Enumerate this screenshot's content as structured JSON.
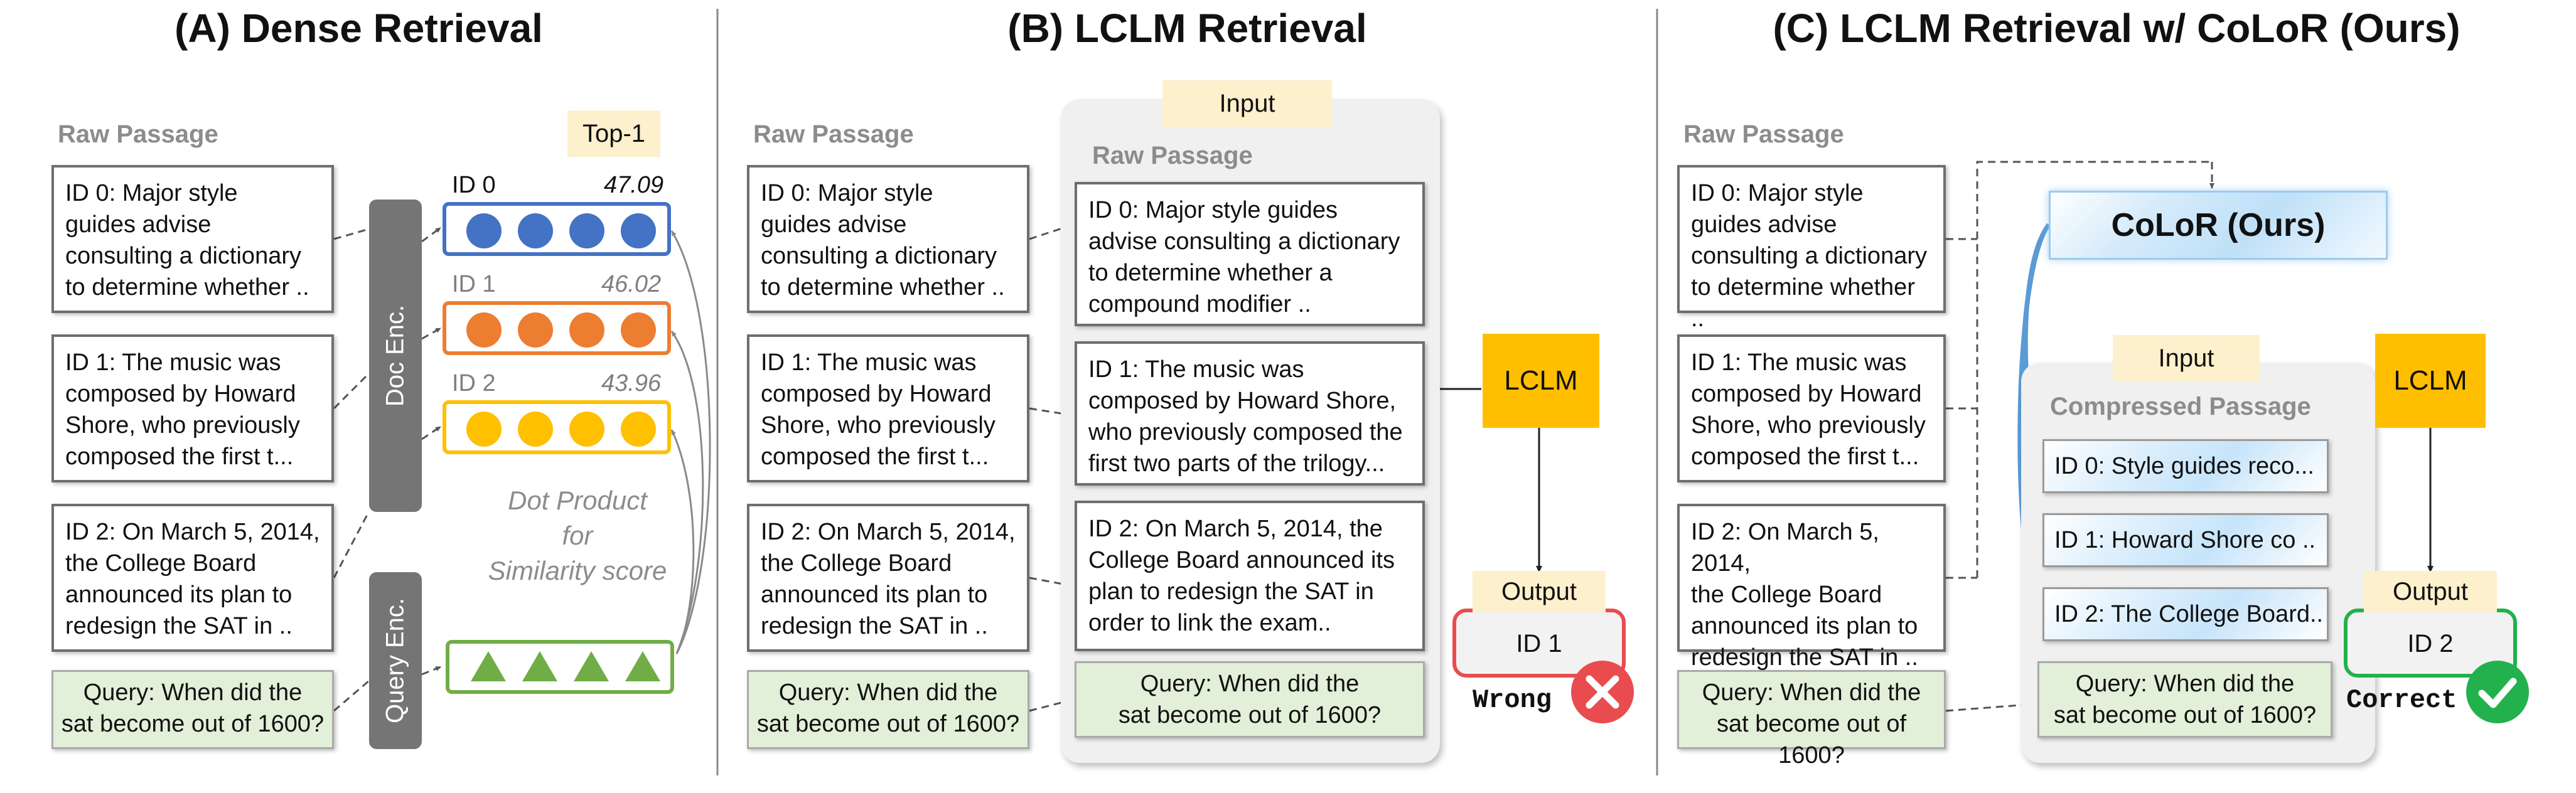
{
  "panels": {
    "a": {
      "title": "(A) Dense Retrieval",
      "raw_label": "Raw Passage",
      "top1": "Top-1",
      "passages": [
        "ID 0:  Major style\nguides advise\nconsulting a dictionary\nto determine whether ..",
        "ID 1: The music was\ncomposed by Howard\nShore, who previously\ncomposed the first t...",
        "ID 2: On March 5, 2014,\nthe College Board\nannounced its plan to\nredesign the SAT in .."
      ],
      "query": "Query: When did the\nsat become out of 1600?",
      "doc_enc": "Doc Enc.",
      "query_enc": "Query Enc.",
      "vectors": [
        {
          "id": "ID 0",
          "score": "47.09",
          "color": "#4472c4"
        },
        {
          "id": "ID 1",
          "score": "46.02",
          "color": "#ed7d31"
        },
        {
          "id": "ID 2",
          "score": "43.96",
          "color": "#ffc000"
        }
      ],
      "query_color": "#70ad47",
      "dot_product": "Dot Product\nfor\nSimilarity score"
    },
    "b": {
      "title": "(B) LCLM Retrieval",
      "raw_label": "Raw Passage",
      "passages": [
        "ID 0:  Major style\nguides advise\nconsulting a dictionary\nto determine whether ..",
        "ID 1: The music was\ncomposed by Howard\nShore, who previously\ncomposed the first t...",
        "ID 2: On March 5, 2014,\nthe College Board\nannounced its plan to\nredesign the SAT in .."
      ],
      "query": "Query: When did the\nsat become out of 1600?",
      "input_label": "Input",
      "inner_label": "Raw Passage",
      "inner_passages": [
        "ID 0:  Major style guides\nadvise consulting a dictionary\nto determine whether a\ncompound modifier ..",
        "ID 1: The music was\ncomposed by Howard Shore,\nwho previously composed the\nfirst two parts of the trilogy...",
        "ID 2: On March 5, 2014, the\nCollege Board announced its\nplan to redesign the SAT in\norder to link the exam.."
      ],
      "inner_query": "Query: When did the\nsat become out of 1600?",
      "llm": "LCLM",
      "output_label": "Output",
      "output_id": "ID 1",
      "verdict": "Wrong",
      "verdict_color": "#e84c4f"
    },
    "c": {
      "title": "(C) LCLM Retrieval w/ CoLoR (Ours)",
      "raw_label": "Raw Passage",
      "passages": [
        "ID 0:  Major style\nguides advise\nconsulting a dictionary\nto determine whether ..",
        "ID 1: The music was\ncomposed by Howard\nShore, who previously\ncomposed the first t...",
        "ID 2: On March 5, 2014,\nthe College Board\nannounced its plan to\nredesign the SAT in .."
      ],
      "query": "Query: When did the\nsat become out of 1600?",
      "color_box": "CoLoR (Ours)",
      "input_label": "Input",
      "inner_label": "Compressed Passage",
      "compressed": [
        "ID 0: Style guides reco...",
        "ID 1: Howard Shore co ..",
        "ID 2: The College Board.."
      ],
      "inner_query": "Query: When did the\nsat become out of 1600?",
      "llm": "LCLM",
      "output_label": "Output",
      "output_id": "ID 2",
      "verdict": "Correct",
      "verdict_color": "#22b14c"
    }
  }
}
